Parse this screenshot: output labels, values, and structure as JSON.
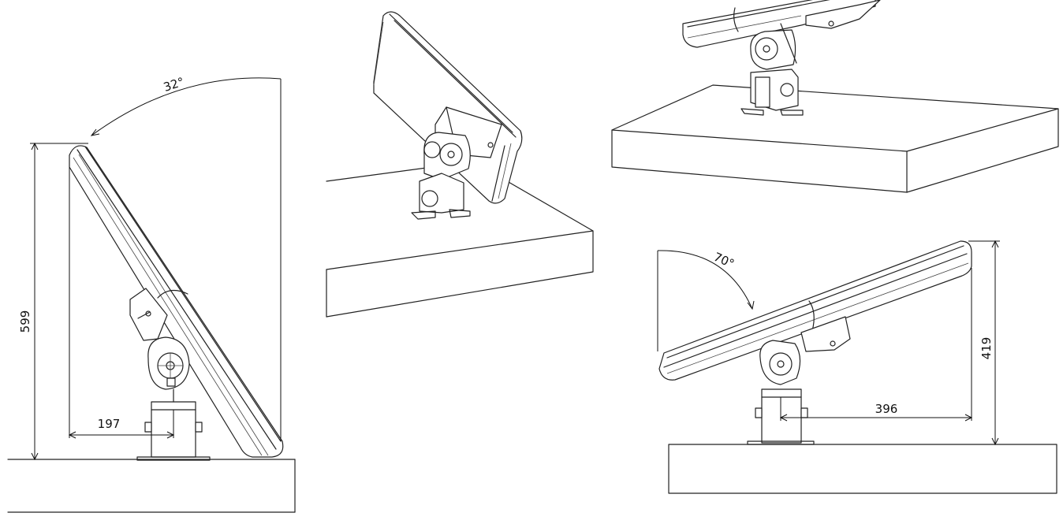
{
  "dimensions": {
    "left_view": {
      "tilt_angle": "32°",
      "height": "599",
      "offset": "197"
    },
    "right_view": {
      "tilt_angle": "70°",
      "height": "419",
      "offset": "396"
    }
  }
}
